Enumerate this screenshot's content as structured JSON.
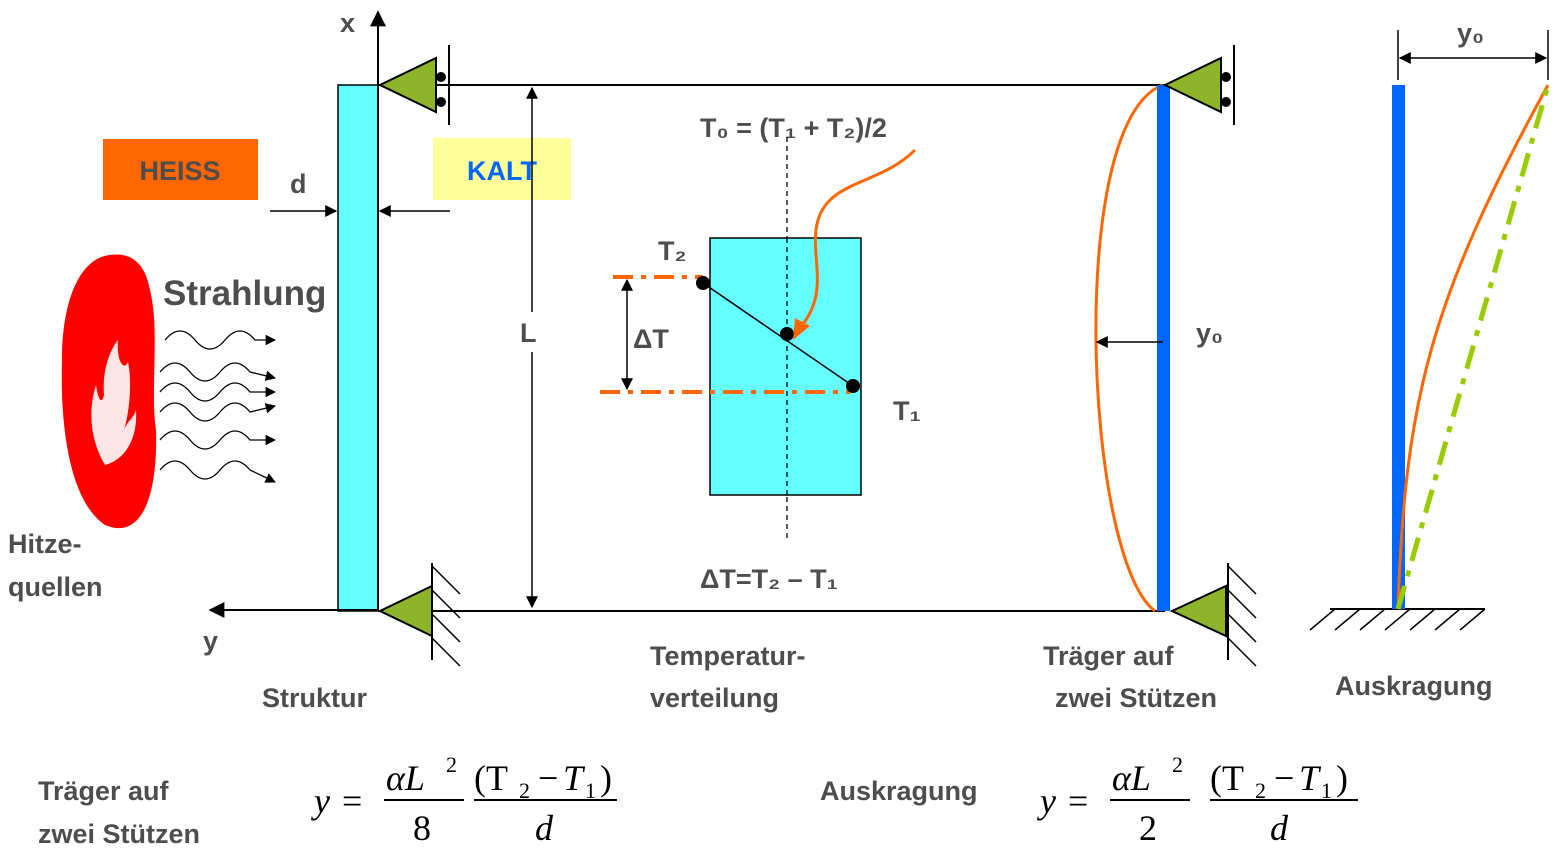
{
  "colors": {
    "cyan": "#66FFFF",
    "blue": "#0066FF",
    "orange": "#FF6600",
    "green": "#99CC00",
    "olive": "#8DB42A",
    "hot_box": "#FF6600",
    "cold_box": "#FFFF99",
    "fire": "#FF0000",
    "text": "#4D4D4D"
  },
  "labels": {
    "axis_x": "x",
    "axis_y": "y",
    "hot": "HEISS",
    "cold": "KALT",
    "thickness": "d",
    "radiation": "Strahlung",
    "heat_source_1": "Hitze-",
    "heat_source_2": "quellen",
    "length": "L",
    "t0_formula": "T₀ = (T₁ + T₂)/2",
    "t2": "T₂",
    "t1": "T₁",
    "delta_t": "ΔT",
    "delta_t_formula": "ΔT=T₂ – T₁",
    "y0_right": "y₀",
    "y0_top": "y₀",
    "structure": "Struktur",
    "temp_dist_1": "Temperatur-",
    "temp_dist_2": "verteilung",
    "beam_1": "Träger auf",
    "beam_2": "zwei Stützen",
    "cantilever": "Auskragung"
  },
  "formulas": {
    "beam_label_1": "Träger auf",
    "beam_label_2": "zwei Stützen",
    "cantilever_label": "Auskragung",
    "y": "y",
    "equals": "=",
    "alpha_l2": "αL",
    "exp2": "2",
    "beam_denominator": "8",
    "cantilever_denominator": "2",
    "temp_numerator": "(T",
    "sub2": "2",
    "minus": "−",
    "t": "T",
    "sub1": "1",
    "close": ")",
    "d": "d"
  }
}
